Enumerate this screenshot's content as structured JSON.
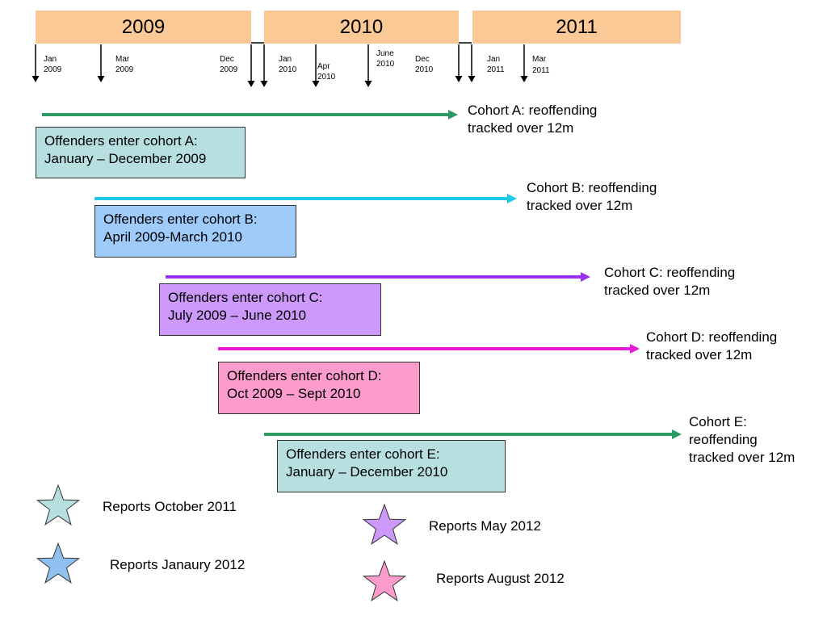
{
  "years": [
    "2009",
    "2010",
    "2011"
  ],
  "ticks": [
    {
      "l1": "Jan",
      "l2": "2009"
    },
    {
      "l1": "Mar",
      "l2": "2009"
    },
    {
      "l1": "Dec",
      "l2": "2009"
    },
    {
      "l1": "Jan",
      "l2": "2010"
    },
    {
      "l1": "Apr",
      "l2": "2010"
    },
    {
      "l1": "June",
      "l2": "2010"
    },
    {
      "l1": "Dec",
      "l2": "2010"
    },
    {
      "l1": "Jan",
      "l2": "2011"
    },
    {
      "l1": "Mar",
      "l2": "2011"
    }
  ],
  "cohorts": [
    {
      "box_l1": "Offenders enter cohort A:",
      "box_l2": "January – December 2009",
      "track_l1": "Cohort A: reoffending",
      "track_l2": "tracked over 12m",
      "box_color": "#b8dfe0",
      "arrow_color": "#2e9a63"
    },
    {
      "box_l1": "Offenders enter cohort B:",
      "box_l2": "April 2009-March 2010",
      "track_l1": "Cohort B: reoffending",
      "track_l2": "tracked over 12m",
      "box_color": "#9fcbfb",
      "arrow_color": "#1ec8e8"
    },
    {
      "box_l1": "Offenders enter cohort C:",
      "box_l2": "July 2009 – June 2010",
      "track_l1": "Cohort C: reoffending",
      "track_l2": "tracked over 12m",
      "box_color": "#cc99fb",
      "arrow_color": "#9b30f0"
    },
    {
      "box_l1": "Offenders enter cohort D:",
      "box_l2": "Oct 2009 – Sept 2010",
      "track_l1": "Cohort D: reoffending",
      "track_l2": "tracked over 12m",
      "box_color": "#fb9ccd",
      "arrow_color": "#e81cd8"
    },
    {
      "box_l1": "Offenders enter cohort E:",
      "box_l2": "January – December 2010",
      "track_l1": "Cohort E:",
      "track_l2": "reoffending",
      "track_l3": "tracked over 12m",
      "box_color": "#b8dfe0",
      "arrow_color": "#2e9a63"
    }
  ],
  "reports": [
    {
      "label": "Reports October 2011",
      "color": "#b8dfe0"
    },
    {
      "label": "Reports Janaury 2012",
      "color": "#8fc0f0"
    },
    {
      "label": "Reports May 2012",
      "color": "#cc99fb"
    },
    {
      "label": "Reports August 2012",
      "color": "#fb9ccd"
    }
  ]
}
